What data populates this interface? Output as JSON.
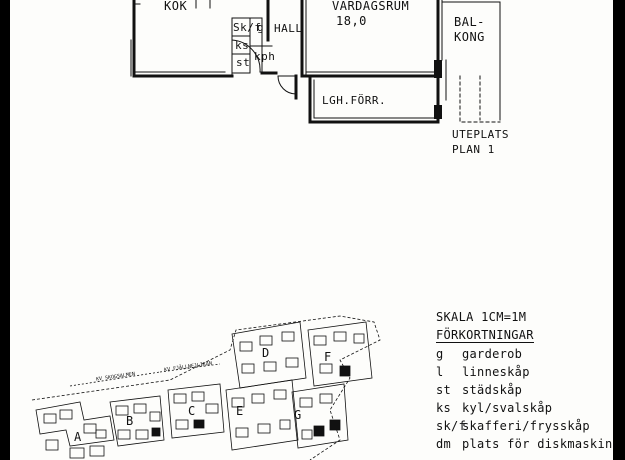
{
  "plan": {
    "rooms": {
      "kitchen": "KÖK",
      "living": "VARDAGSRUM",
      "living_area": "18,0",
      "balcony_line1": "BAL-",
      "balcony_line2": "KONG",
      "hall": "HALL",
      "wardrobe": "g",
      "cleaning_cab": "Sk/f",
      "fridge": "ks",
      "cleaning": "st",
      "closet": "kph",
      "vestibule": "LGH.FÖRR."
    },
    "uteplats": "UTEPLATS",
    "plan_label": "PLAN 1"
  },
  "legend": {
    "scale": "SKALA 1CM=1M",
    "title": "FÖRKORTNINGAR",
    "items": [
      {
        "abbr": "g",
        "desc": "garderob"
      },
      {
        "abbr": "l",
        "desc": "linneskåp"
      },
      {
        "abbr": "st",
        "desc": "städskåp"
      },
      {
        "abbr": "ks",
        "desc": "kyl/svalskåp"
      },
      {
        "abbr": "sk/f",
        "desc": "skafferi/frysskåp"
      },
      {
        "abbr": "dm",
        "desc": "plats för diskmaskin"
      }
    ]
  },
  "sitemap": {
    "blocks": [
      "A",
      "B",
      "C",
      "D",
      "E",
      "F",
      "G"
    ],
    "street1": "KV SKOGSALMEN",
    "street2": "KV FJÄLLNEJLIKAN"
  }
}
